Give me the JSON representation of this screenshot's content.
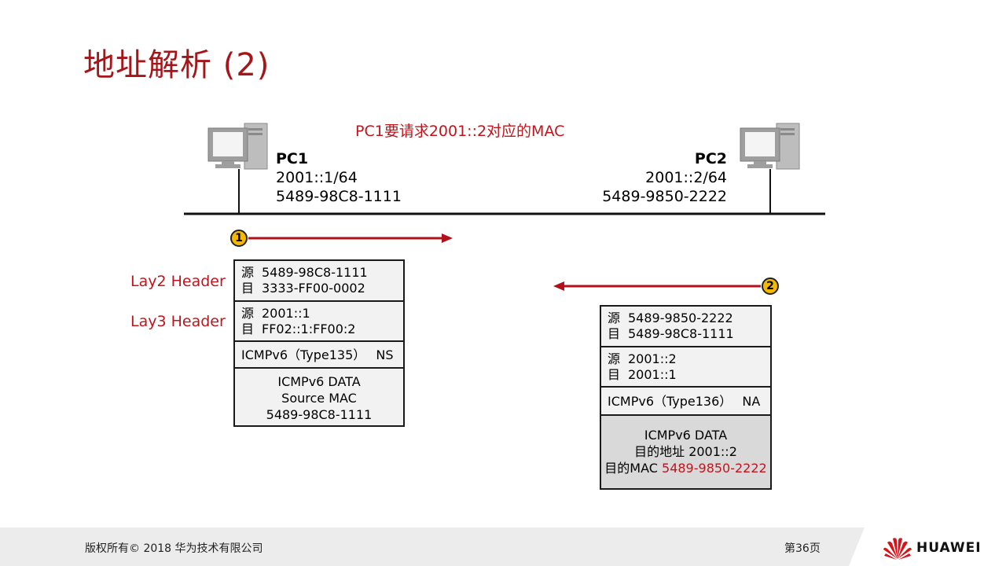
{
  "title": "地址解析 (2)",
  "caption": "PC1要请求2001::2对应的MAC",
  "pc1": {
    "name": "PC1",
    "ip": "2001::1/64",
    "mac": "5489-98C8-1111"
  },
  "pc2": {
    "name": "PC2",
    "ip": "2001::2/64",
    "mac": "5489-9850-2222"
  },
  "labels": {
    "lay2": "Lay2 Header",
    "lay3": "Lay3 Header"
  },
  "steps": {
    "step1": "1",
    "step2": "2"
  },
  "packet_ns": {
    "l2_src_key": "源",
    "l2_src": "5489-98C8-1111",
    "l2_dst_key": "目",
    "l2_dst": "3333-FF00-0002",
    "l3_src_key": "源",
    "l3_src": "2001::1",
    "l3_dst_key": "目",
    "l3_dst": "FF02::1:FF00:2",
    "icmp_type": "ICMPv6（Type135）",
    "icmp_name": "NS",
    "data_line1": "ICMPv6 DATA",
    "data_line2": "Source MAC",
    "data_line3": "5489-98C8-1111"
  },
  "packet_na": {
    "l2_src_key": "源",
    "l2_src": "5489-9850-2222",
    "l2_dst_key": "目",
    "l2_dst": "5489-98C8-1111",
    "l3_src_key": "源",
    "l3_src": "2001::2",
    "l3_dst_key": "目",
    "l3_dst": "2001::1",
    "icmp_type": "ICMPv6（Type136）",
    "icmp_name": "NA",
    "data_line1": "ICMPv6 DATA",
    "data_line2": "目的地址 2001::2",
    "data_line3_prefix": "目的MAC ",
    "data_line3_value": "5489-9850-2222"
  },
  "footer": {
    "copyright": "版权所有© 2018 华为技术有限公司",
    "page": "第36页",
    "brand": "HUAWEI"
  },
  "colors": {
    "accent": "#c0141c",
    "title": "#a4161a",
    "badge": "#f5b800"
  },
  "icons": {
    "computer": "desktop-computer-icon",
    "logo": "huawei-logo-icon"
  }
}
